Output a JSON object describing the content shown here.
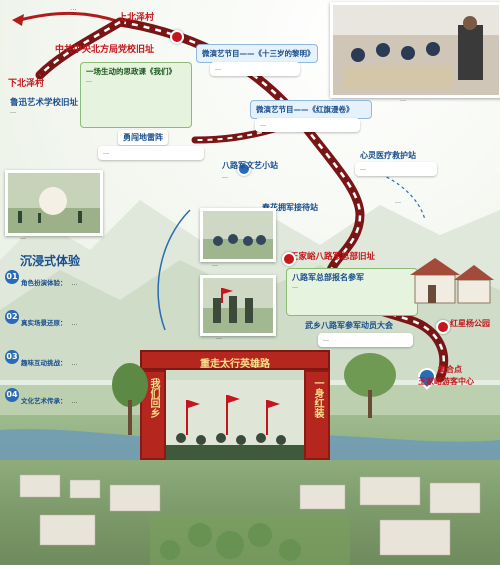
{
  "start_note": "…",
  "nodes": {
    "shangbei": "上北泽村",
    "party_school": "中共中央北方局党校旧址",
    "xiabei": "下北泽村",
    "luxun": "鲁迅艺术学校旧址",
    "brave": "勇闯地雷阵",
    "eighth_art": "八路军文艺小站",
    "chunhua": "春花拥军接待站",
    "wangjiayu_hq": "王家峪八路军总部旧址",
    "eighth_mem": "八路军总部报名参军",
    "heart_med": "心灵医疗救护站",
    "wuxiang": "武乡八路军参军动员大会",
    "red_park": "红星杨公园",
    "meet": "集合点",
    "meet2": "王家峪游客中心"
  },
  "boxes": {
    "lesson_title": "一场生动的思政课《我们》",
    "lesson_body": "…",
    "micro1_title": "微演艺节目——《十三岁的黎明》",
    "micro1_npc": "…",
    "micro2_title": "微演艺节目——《红旗漫卷》",
    "micro2_npc": "…",
    "luxun_body": "…",
    "brave_npc": "…",
    "eighth_art_body": "…",
    "chunhua_npc": "…",
    "eighth_mem_body": "…",
    "heart_npc": "…",
    "wuxiang_npc": "…",
    "path_hint": "…"
  },
  "immersive": {
    "title": "沉浸式体验",
    "items": [
      {
        "num": "01",
        "title": "角色扮演体验：",
        "text": "…"
      },
      {
        "num": "02",
        "title": "真实场景还原：",
        "text": "…"
      },
      {
        "num": "03",
        "title": "趣味互动挑战：",
        "text": "…"
      },
      {
        "num": "04",
        "title": "文化艺术传承：",
        "text": "…"
      }
    ]
  },
  "captions": {
    "top_photo": "…",
    "left_photo": "…",
    "mid_photo1": "…",
    "mid_photo2": "…"
  },
  "gate": {
    "top": "重走太行英雄路",
    "left": "我们回乡",
    "right": "一身红装"
  }
}
